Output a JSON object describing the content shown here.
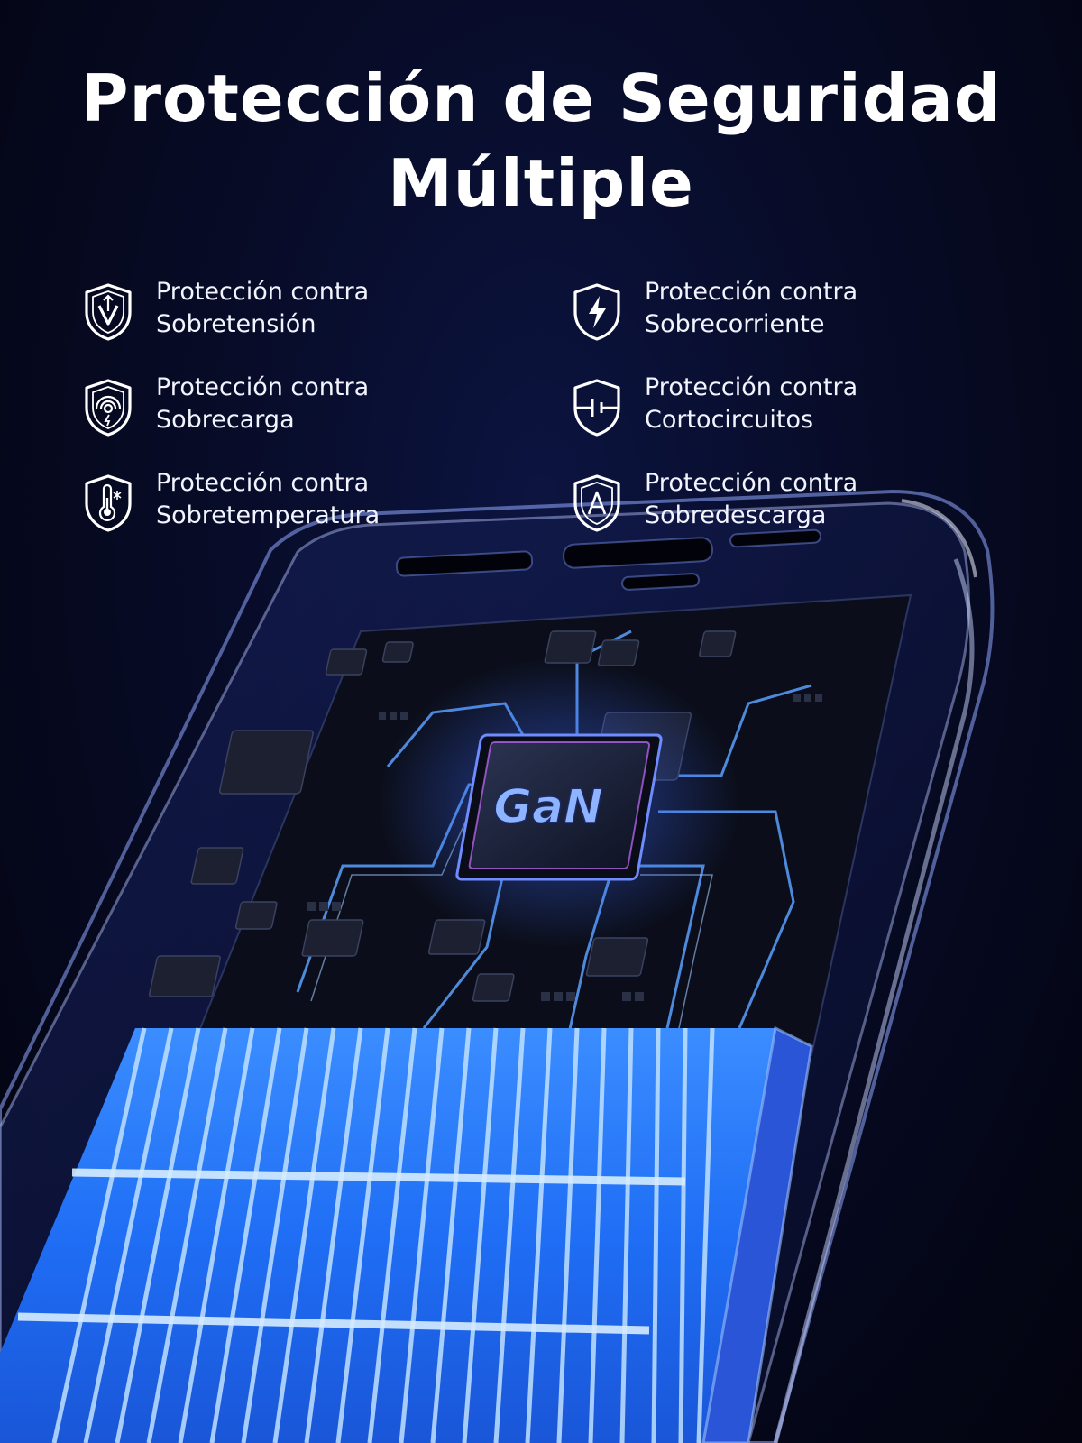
{
  "title": {
    "line1": "Protección de Seguridad",
    "line2": "Múltiple"
  },
  "features": [
    {
      "line1": "Protección contra",
      "line2": "Sobretensión",
      "icon": "shield-voltage-icon"
    },
    {
      "line1": "Protección contra",
      "line2": "Sobrecorriente",
      "icon": "shield-lightning-icon"
    },
    {
      "line1": "Protección contra",
      "line2": "Sobrecarga",
      "icon": "shield-signal-icon"
    },
    {
      "line1": "Protección contra",
      "line2": "Cortocircuitos",
      "icon": "shield-circuit-icon"
    },
    {
      "line1": "Protección contra",
      "line2": "Sobretemperatura",
      "icon": "shield-thermometer-icon"
    },
    {
      "line1": "Protección contra",
      "line2": "Sobredescarga",
      "icon": "shield-letter-a-icon"
    }
  ],
  "chip": {
    "label": "GaN"
  },
  "colors": {
    "background": "#050a24",
    "accent": "#1e6dff",
    "cell_blue": "#1f7cff",
    "text": "#ffffff"
  }
}
